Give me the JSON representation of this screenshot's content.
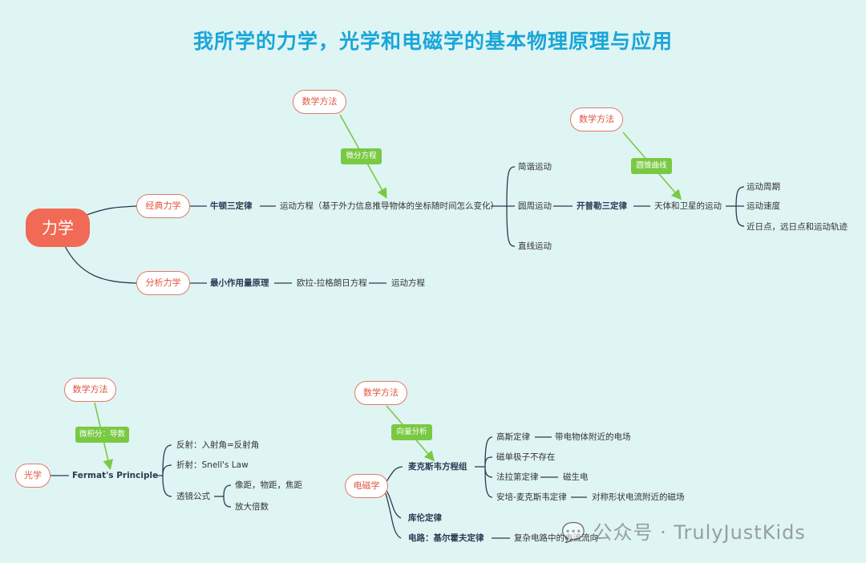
{
  "title": "我所学的力学，光学和电磁学的基本物理原理与应用",
  "root": "力学",
  "mechanics": {
    "classical": "经典力学",
    "newton": "牛顿三定律",
    "motion_eq": "运动方程（基于外力信息推导物体的坐标随时间怎么变化）",
    "math1": "数学方法",
    "tag1": "微分方程",
    "shm": "简谐运动",
    "circular": "圆周运动",
    "linear": "直线运动",
    "kepler": "开普勒三定律",
    "celestial": "天体和卫星的运动",
    "math2": "数学方法",
    "tag2": "圆锥曲线",
    "period": "运动周期",
    "speed": "运动速度",
    "perihelion": "近日点，远日点和运动轨迹",
    "analytic": "分析力学",
    "least_action": "最小作用量原理",
    "euler_lagrange": "欧拉-拉格朗日方程",
    "motion_eq2": "运动方程"
  },
  "optics": {
    "label": "光学",
    "math": "数学方法",
    "tag": "微积分：导数",
    "fermat": "Fermat's Principle",
    "reflection": "反射：入射角=反射角",
    "refraction": "折射：Snell's Law",
    "lens": "透镜公式",
    "image_dist": "像距，物距，焦距",
    "magnification": "放大倍数"
  },
  "em": {
    "label": "电磁学",
    "math": "数学方法",
    "tag": "向量分析",
    "maxwell": "麦克斯韦方程组",
    "gauss": "高斯定律",
    "gauss_desc": "带电物体附近的电场",
    "monopole": "磁单极子不存在",
    "faraday": "法拉第定律",
    "faraday_desc": "磁生电",
    "ampere": "安培-麦克斯韦定律",
    "ampere_desc": "对称形状电流附近的磁场",
    "coulomb": "库伦定律",
    "kirchhoff": "电路：基尔霍夫定律",
    "kirchhoff_desc": "复杂电路中的电流流向"
  },
  "watermark": "公众号 · TrulyJustKids",
  "colors": {
    "background": "#dff5f3",
    "title": "#1aa6d9",
    "root_fill": "#f06a55",
    "pill_border": "#e07a68",
    "green_tag": "#7ac943",
    "connector": "#2b3a55"
  }
}
